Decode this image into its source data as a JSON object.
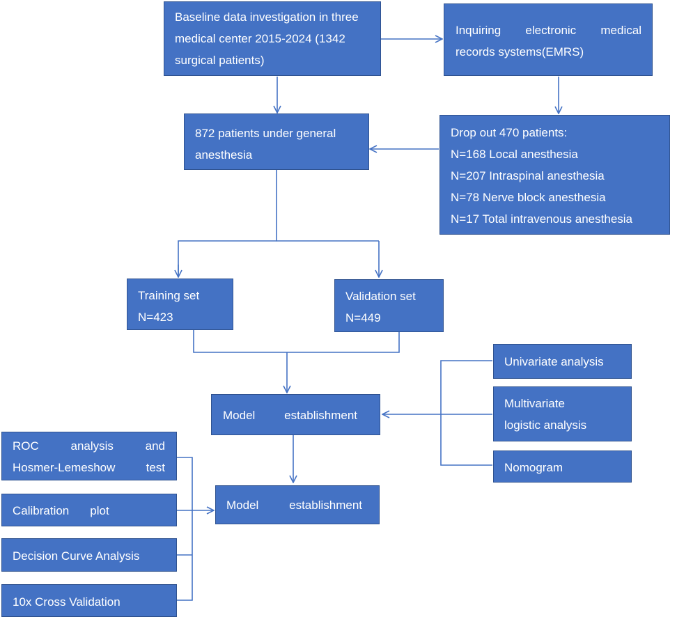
{
  "colors": {
    "box_fill": "#4472c4",
    "box_border": "#2f528f",
    "connector": "#4472c4",
    "text": "#ffffff"
  },
  "baseline": {
    "line1": "Baseline data investigation in three",
    "line2": "medical center 2015-2024 (1342",
    "line3": "surgical patients)"
  },
  "emrs": {
    "line1_words": [
      "Inquiring",
      "electronic",
      "medical"
    ],
    "line2": "records systems(EMRS)"
  },
  "general": {
    "line1": "872 patients under general",
    "line2": "anesthesia"
  },
  "dropout": {
    "title": "Drop out 470 patients:",
    "items": [
      "N=168 Local anesthesia",
      "N=207 Intraspinal anesthesia",
      "N=78 Nerve block anesthesia",
      "N=17 Total intravenous anesthesia"
    ]
  },
  "training": {
    "line1": "Training set",
    "line2": "N=423"
  },
  "validation": {
    "line1": "Validation set",
    "line2": "N=449"
  },
  "model1": {
    "words": [
      "Model",
      "establishment"
    ]
  },
  "univariate": {
    "line1": "Univariate analysis"
  },
  "multivariate": {
    "line1": "Multivariate",
    "line2": "logistic analysis"
  },
  "nomogram": {
    "line1": "Nomogram"
  },
  "roc": {
    "line1_words": [
      "ROC",
      "analysis",
      "and"
    ],
    "line2_words": [
      "Hosmer-Lemeshow",
      "test"
    ]
  },
  "calibration": {
    "words": [
      "Calibration",
      "plot"
    ]
  },
  "dca": {
    "line1": "Decision Curve Analysis"
  },
  "cv": {
    "line1": "10x Cross Validation"
  },
  "model2": {
    "words": [
      "Model",
      "establishment"
    ]
  }
}
